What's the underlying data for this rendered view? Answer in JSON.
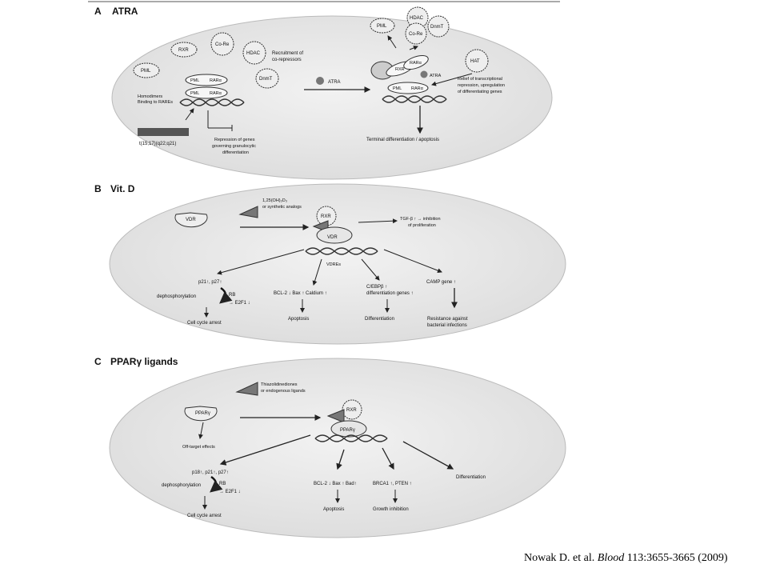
{
  "panels": {
    "a": {
      "letter": "A",
      "title": "ATRA",
      "pml1": "PML",
      "rxr": "RXR",
      "corep": "Co-Re",
      "hdac": "HDAC",
      "recruit_l1": "Recruitment of",
      "recruit_l2": "co-repressors",
      "pml_box1": "PML",
      "rar_box1": "RARα",
      "pml_box2": "PML",
      "rar_box2": "RARα",
      "dnmt": "DnmT",
      "homodimer_l1": "Homodimers",
      "homodimer_l2": "Binding to RAREs",
      "translocation": "t(15;17)(q22;q21)",
      "repression_l1": "Repression of genes",
      "repression_l2": "governing granulocytic",
      "repression_l3": "differentiation",
      "atra": "ATRA",
      "r_pml": "PML",
      "r_hdac": "HDAC",
      "r_corep": "Co-Re",
      "r_dnmt": "DnmT",
      "r_rxr": "RXR",
      "r_rar_top": "RARα",
      "r_atra": "ATRA",
      "r_pml_box": "PML",
      "r_rar_box": "RARα",
      "hat": "HAT",
      "relief_l1": "Relief of transcriptional",
      "relief_l2": "repression, upregulation",
      "relief_l3": "of differentiating genes",
      "terminal": "Terminal differentiation / apoptosis"
    },
    "b": {
      "letter": "B",
      "title": "Vit. D",
      "vdr": "VDR",
      "ligand_l1": "1,25(OH)₂D₃",
      "ligand_l2": "or synthetic analogs",
      "rxr": "RXR",
      "vdr_complex": "VDR",
      "tgf_l1": "TGF-β ↑ → inhibition",
      "tgf_l2": "of proliferation",
      "vdres": "VDREs",
      "p21": "p21↑, p27↑",
      "dephos": "dephosphorylation",
      "rb": "RB",
      "e2f1": "→ E2F1 ↓",
      "cell_cycle": "Cell cycle arrest",
      "bcl2": "BCL-2 ↓ Bax ↑ Caldium ↑",
      "apoptosis": "Apoptosis",
      "cebp_l1": "C/EBPβ ↑",
      "cebp_l2": "differentiation genes ↑",
      "differentiation": "Differentiation",
      "camp": "CAMP gene ↑",
      "resist_l1": "Resistance against",
      "resist_l2": "bacterial infections"
    },
    "c": {
      "letter": "C",
      "title": "PPARγ ligands",
      "ppar": "PPARγ",
      "ligand_l1": "Thiazolidinediones",
      "ligand_l2": "or endogenous ligands",
      "rxr": "RXR",
      "ppar_complex": "PPARγ",
      "off_target": "Off-target effects",
      "p18": "p18↑, p21↑, p27↑",
      "dephos": "dephosphorylation",
      "rb": "RB",
      "e2f1": "→ E2F1 ↓",
      "cell_cycle": "Cell cycle arrest",
      "bcl2": "BCL-2 ↓ Bax ↑ Bad↑",
      "apoptosis": "Apoptosis",
      "brca": "BRCA1 ↑, PTEN ↑",
      "growth": "Growth inhibition",
      "differentiation": "Differentiation"
    }
  },
  "citation": {
    "authors": "Nowak D. et al. ",
    "journal": "Blood",
    "rest": " 113:3655-3665 (2009)"
  }
}
